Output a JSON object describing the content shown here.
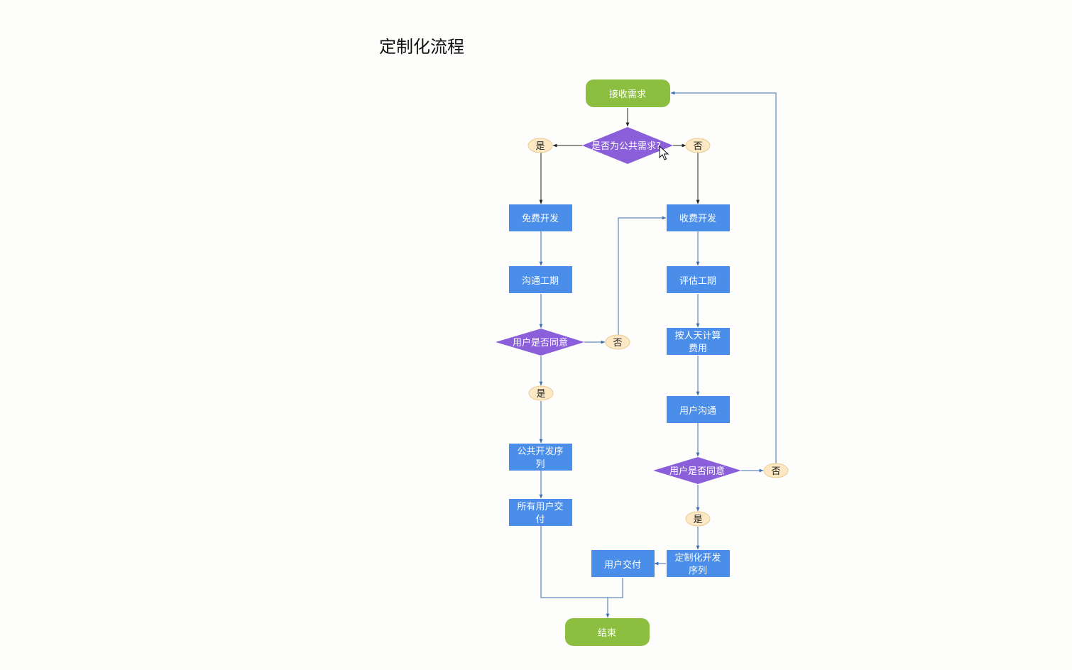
{
  "page": {
    "title": "定制化流程"
  },
  "colors": {
    "terminal": "#8cbf3f",
    "process": "#4a8eea",
    "decision": "#8b5fd9",
    "label_fill": "#fde8c4",
    "label_stroke": "#eacb94",
    "connector": "#3d70b0",
    "connector_top": "#222222"
  },
  "nodes": {
    "start": "接收需求",
    "public_decision": "是否为公共需求?",
    "free_dev": "免费开发",
    "comm_period": "沟通工期",
    "agree_left": "用户是否同意",
    "public_queue": [
      "公共开发序",
      "列"
    ],
    "all_users_deliver": [
      "所有用户交",
      "付"
    ],
    "paid_dev": "收费开发",
    "estimate": "评估工期",
    "cost": [
      "按人天计算",
      "费用"
    ],
    "user_comm": "用户沟通",
    "agree_right": "用户是否同意",
    "custom_queue": [
      "定制化开发",
      "序列"
    ],
    "user_deliver": "用户交付",
    "end": "结束"
  },
  "labels": {
    "yes_top": "是",
    "no_top": "否",
    "no_left": "否",
    "yes_left": "是",
    "no_right": "否",
    "yes_right": "是"
  }
}
